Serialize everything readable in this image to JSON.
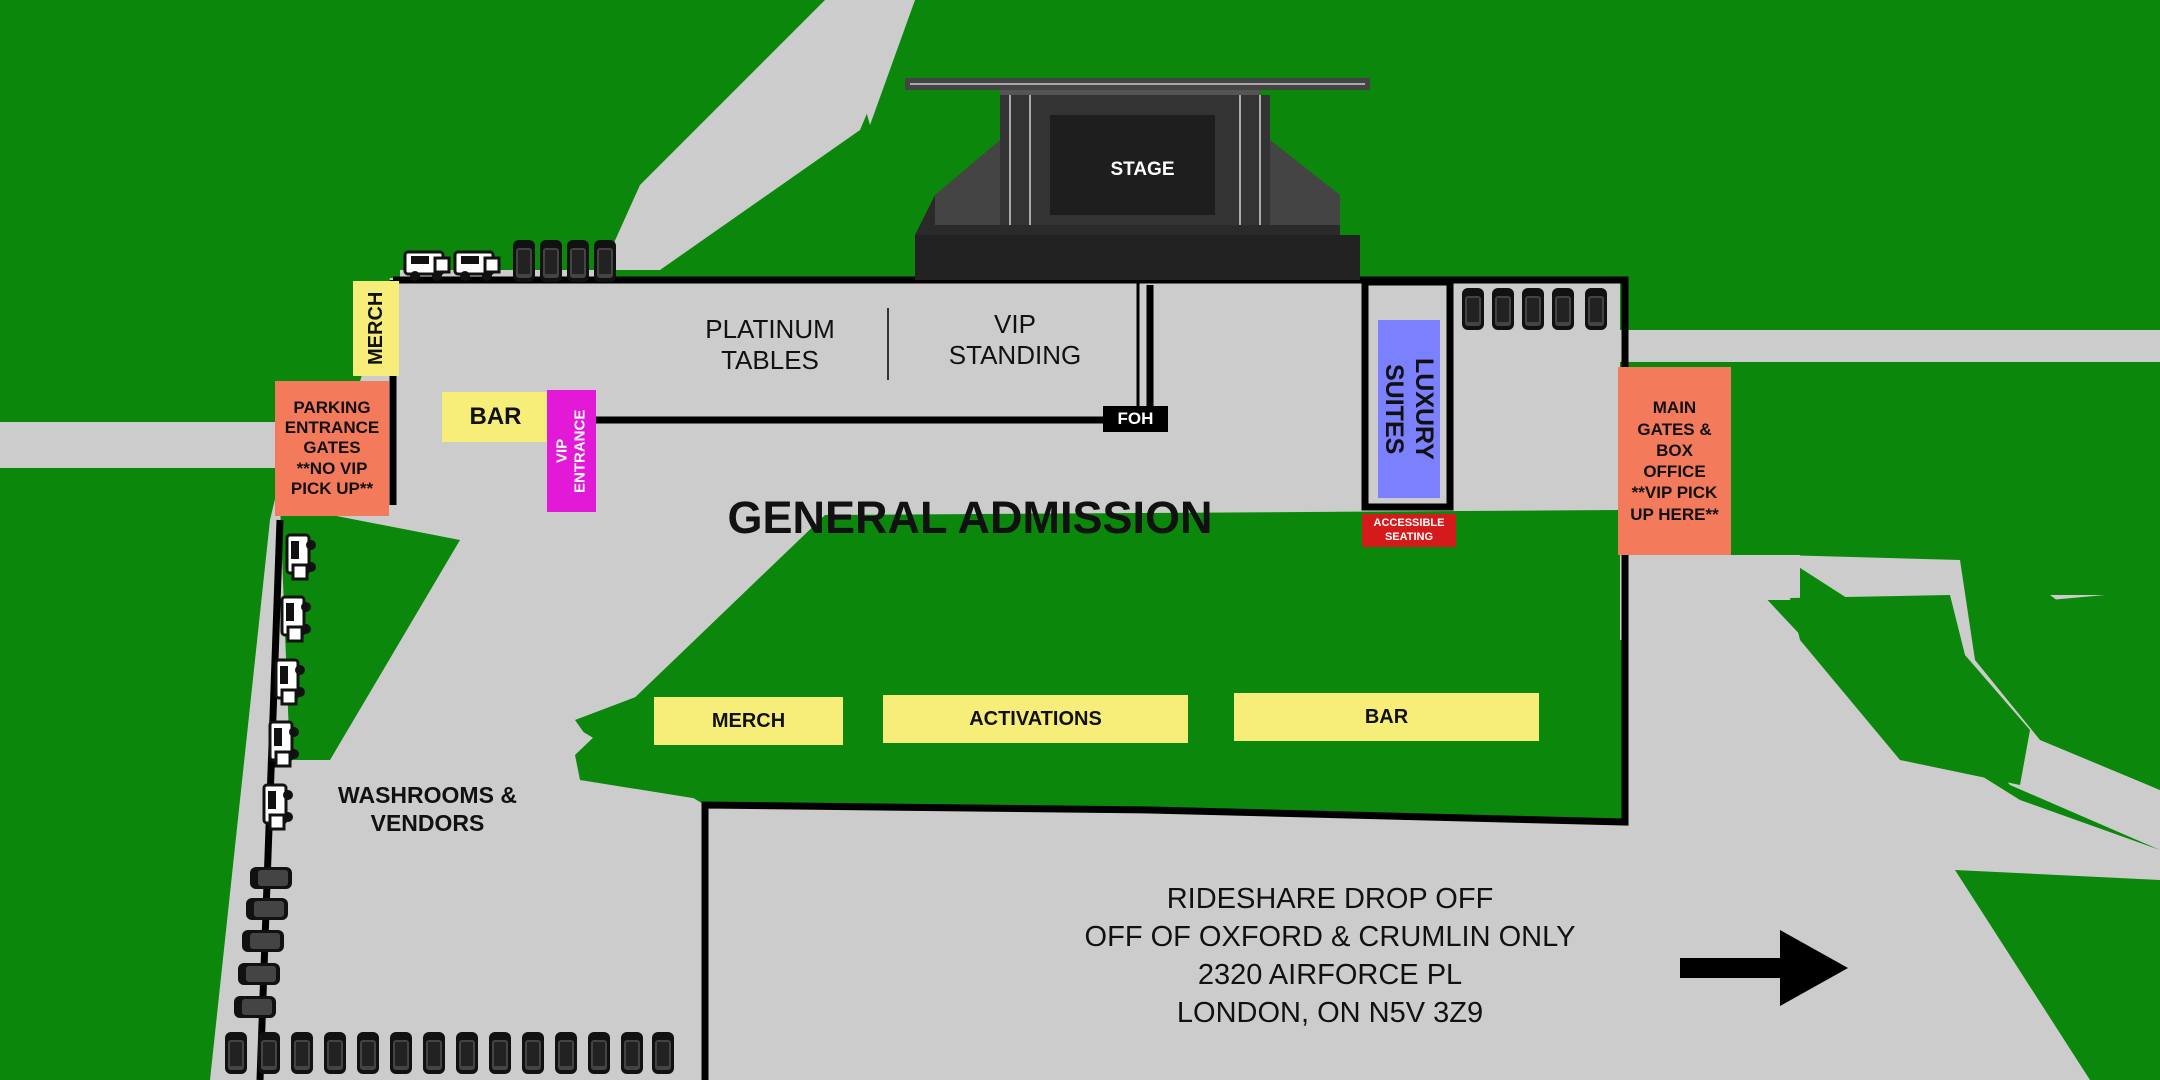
{
  "stage": {
    "label": "STAGE"
  },
  "zones": {
    "platinum_tables": "PLATINUM\nTABLES",
    "vip_standing": "VIP\nSTANDING",
    "general_admission": "GENERAL ADMISSION",
    "washrooms_vendors": "WASHROOMS &\nVENDORS",
    "luxury_suites": "LUXURY\nSUITES",
    "accessible_seating": "ACCESSIBLE\nSEATING",
    "foh": "FOH"
  },
  "booths": {
    "merch_top": "MERCH",
    "bar_left": "BAR",
    "vip_entrance": "VIP\nENTRANCE",
    "merch_bottom": "MERCH",
    "activations": "ACTIVATIONS",
    "bar_bottom": "BAR"
  },
  "gates": {
    "parking_entrance": "PARKING\nENTRANCE\nGATES\n**NO VIP\nPICK UP**",
    "main_gates": "MAIN\nGATES &\nBOX\nOFFICE\n**VIP PICK\nUP HERE**"
  },
  "rideshare": {
    "line1": "RIDESHARE DROP OFF",
    "line2": "OFF OF OXFORD & CRUMLIN ONLY",
    "line3": "2320 AIRFORCE PL",
    "line4": "LONDON, ON N5V 3Z9"
  },
  "colors": {
    "grass": "#0b870b",
    "pavement": "#cccccc",
    "booth_yellow": "#f7ee7a",
    "gate_salmon": "#f47a5c",
    "vip_magenta": "#e21ad8",
    "suites_blue": "#7b80ff",
    "accessible_red": "#d41a1a"
  },
  "icons": [
    "portable-toilet-icon",
    "food-truck-icon",
    "arrow-right-icon"
  ]
}
